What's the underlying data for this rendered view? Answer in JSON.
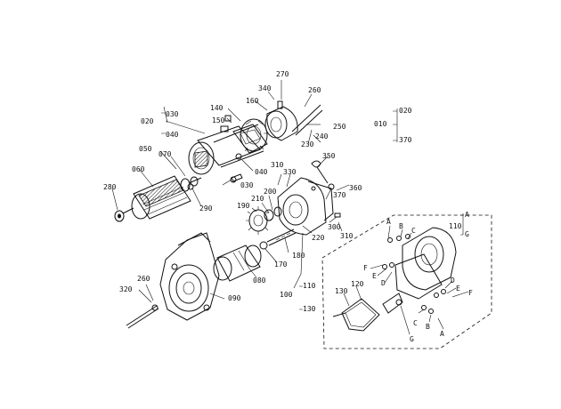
{
  "labels": {
    "p270": "270",
    "p340": "340",
    "p260a": "260",
    "p160": "160",
    "p140": "140",
    "p150": "150",
    "p020": "020",
    "p030": "030",
    "p040": "040",
    "p250": "250",
    "p230": "230",
    "p240": "240",
    "p050": "050",
    "p070": "070",
    "p060": "060",
    "p280": "280",
    "p290": "290",
    "p040b": "040",
    "p030b": "030",
    "p310": "310",
    "p330": "330",
    "p350": "350",
    "p200": "200",
    "p210": "210",
    "p190": "190",
    "p370": "370",
    "p360": "360",
    "p220": "220",
    "p300": "300",
    "p310b": "310",
    "p180": "180",
    "p170": "170",
    "p080": "080",
    "p320": "320",
    "p260b": "260",
    "p090": "090",
    "p100": "100",
    "p110b": "110",
    "p130b": "130",
    "k010": "010",
    "k020": "020",
    "k370": "370",
    "k110": "110",
    "kA": "A",
    "kG": "G",
    "kA1": "A",
    "kB1": "B",
    "kC1": "C",
    "kF1": "F",
    "kE1": "E",
    "kD1": "D",
    "kD2": "D",
    "kE2": "E",
    "kF2": "F",
    "kC2": "C",
    "kB2": "B",
    "kA2": "A",
    "kG2": "G",
    "p130": "130",
    "p120": "120"
  }
}
